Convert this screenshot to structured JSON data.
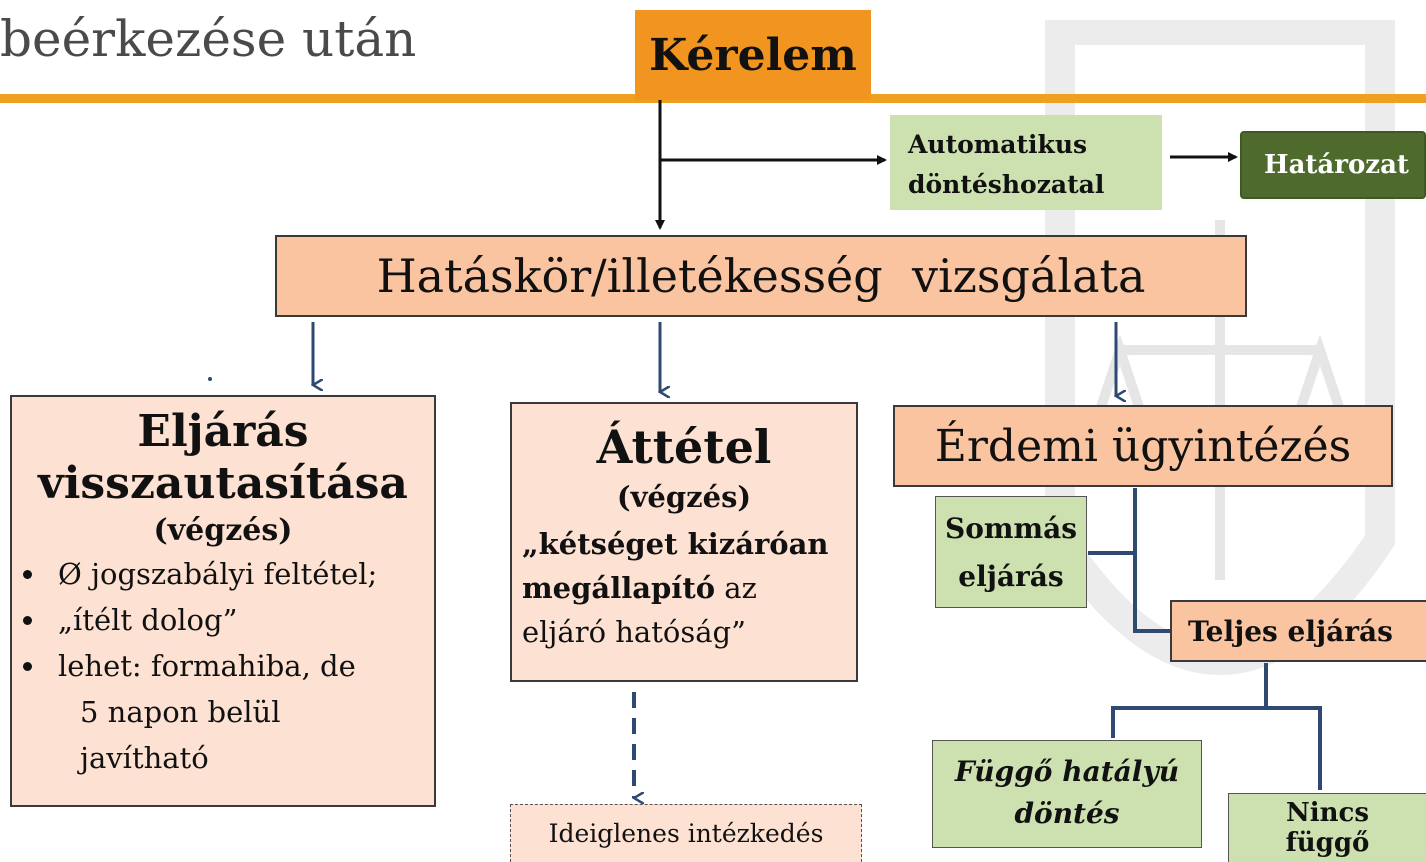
{
  "page_title": "beérkezése után",
  "nodes": {
    "kerelem": "Kérelem",
    "automatikus": [
      "Automatikus",
      "döntéshozatal"
    ],
    "hatarozat": "Határozat",
    "hataskor": "Hatáskör/illetékesség  vizsgálata",
    "eljaras": {
      "title1": "Eljárás",
      "title2": "visszautasítása",
      "sub": "(végzés)",
      "bullets": [
        "Ø jogszabályi feltétel;",
        "„ítélt dolog”",
        "lehet: formahiba, de"
      ],
      "continuation": [
        "5 napon belül",
        "javítható"
      ]
    },
    "attetel": {
      "title": "Áttétel",
      "sub": "(végzés)",
      "line1": "„kétséget kizáróan",
      "line2_bold": "megállapító",
      "line2_rest": " az",
      "line3": "eljáró hatóság”"
    },
    "ideiglenes": "Ideiglenes intézkedés",
    "erdemi": "Érdemi ügyintézés",
    "sommas": [
      "Sommás",
      "eljárás"
    ],
    "teljes": "Teljes eljárás",
    "fuggo": [
      "Függő hatályú",
      "döntés"
    ],
    "nincs": [
      "Nincs",
      "függő"
    ]
  },
  "colors": {
    "header_orange": "#f29420",
    "peach": "#fac4a0",
    "light_peach": "#fde2d3",
    "light_green": "#cde1b0",
    "dark_green": "#4e6a2c",
    "arrow_blue": "#2e4a72",
    "rule_orange": "#f0a020"
  }
}
